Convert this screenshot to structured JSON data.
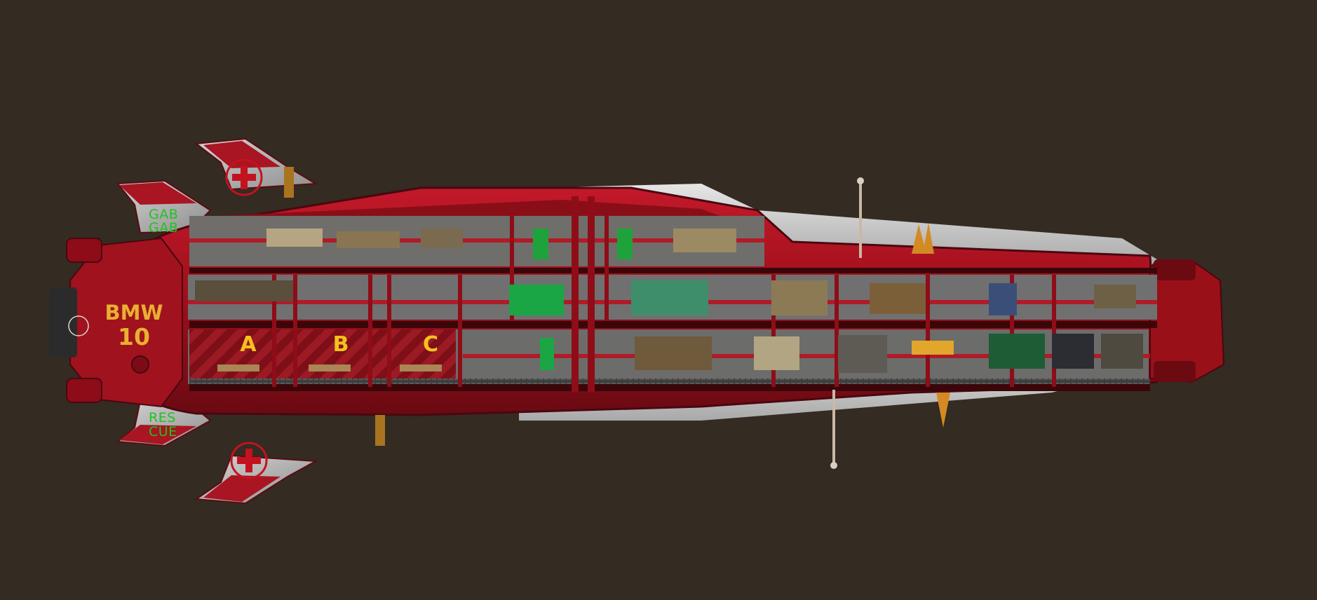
{
  "ship": {
    "name_line1": "BMW",
    "name_line2": "10",
    "top_fin_line1": "GAB",
    "top_fin_line2": "GAB",
    "bottom_fin_line1": "RES",
    "bottom_fin_line2": "CUE",
    "bays": [
      "A",
      "B",
      "C"
    ],
    "emblem": "red-cross-icon"
  },
  "colors": {
    "background": "#342b22",
    "hull_red": "#a3101c",
    "hull_dark": "#5e0910",
    "silver": "#bdbdbd",
    "label_yellow": "#f4c21c",
    "label_green": "#1fc41f"
  }
}
